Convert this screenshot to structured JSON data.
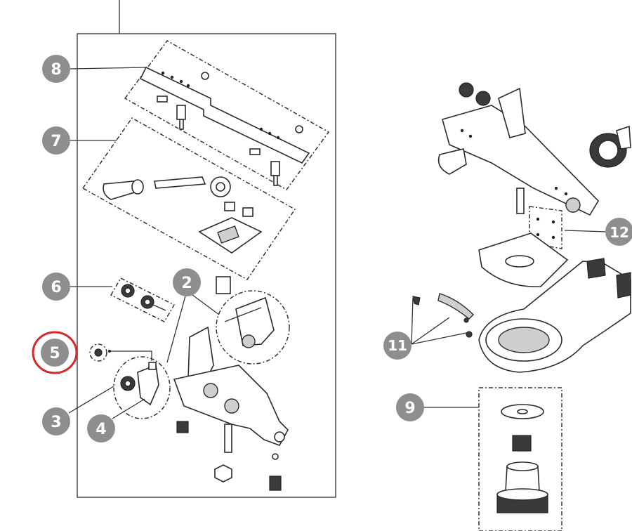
{
  "diagram": {
    "colors": {
      "callout_fill": "#8e8e8e",
      "callout_text": "#ffffff",
      "highlight_ring": "#d42a2a",
      "line": "#333333"
    },
    "callouts": [
      {
        "id": "c8",
        "label": "8"
      },
      {
        "id": "c7",
        "label": "7"
      },
      {
        "id": "c6",
        "label": "6"
      },
      {
        "id": "c5",
        "label": "5",
        "highlighted": true
      },
      {
        "id": "c3",
        "label": "3"
      },
      {
        "id": "c4",
        "label": "4"
      },
      {
        "id": "c2",
        "label": "2"
      },
      {
        "id": "c12",
        "label": "12"
      },
      {
        "id": "c11",
        "label": "11"
      },
      {
        "id": "c9",
        "label": "9"
      }
    ]
  }
}
